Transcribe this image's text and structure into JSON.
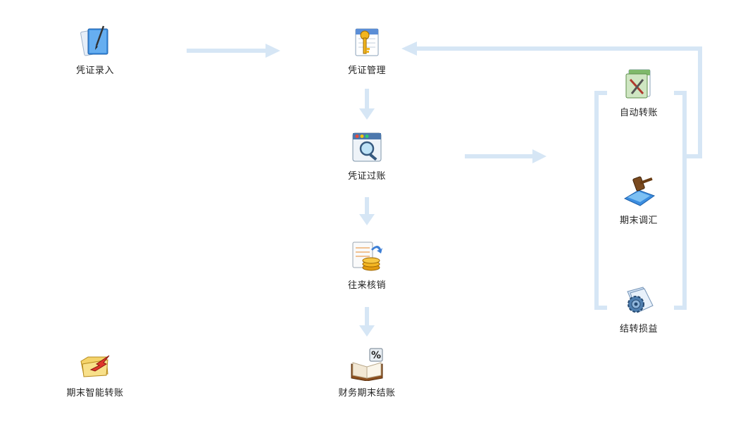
{
  "nodes": {
    "voucher_entry": {
      "label": "凭证录入",
      "icon": "pen-document-icon"
    },
    "voucher_management": {
      "label": "凭证管理",
      "icon": "key-document-icon"
    },
    "voucher_posting": {
      "label": "凭证过账",
      "icon": "magnifier-window-icon"
    },
    "ar_ap_writeoff": {
      "label": "往来核销",
      "icon": "coins-list-icon"
    },
    "period_end_close": {
      "label": "财务期末结账",
      "icon": "percent-book-icon"
    },
    "smart_transfer": {
      "label": "期末智能转账",
      "icon": "folder-arrow-icon"
    },
    "auto_transfer": {
      "label": "自动转账",
      "icon": "tools-document-icon"
    },
    "period_exchange": {
      "label": "期末调汇",
      "icon": "gavel-icon"
    },
    "transfer_profit_loss": {
      "label": "结转损益",
      "icon": "gear-folder-icon"
    }
  },
  "colors": {
    "arrow": "#d6e6f5",
    "text": "#222222"
  }
}
